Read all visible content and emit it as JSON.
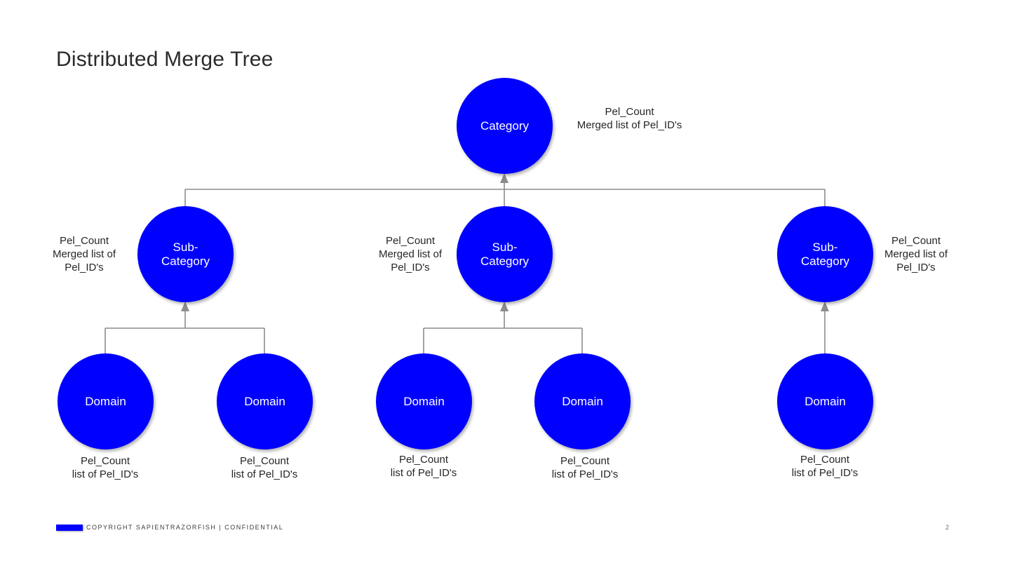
{
  "slide": {
    "title": "Distributed Merge Tree",
    "page_number": "2",
    "background_color": "#FFFFFF"
  },
  "theme": {
    "node_fill": "#0000FF",
    "node_text": "#FFFFFF",
    "connector_color": "#8C8C8C",
    "body_text": "#262626"
  },
  "footer": {
    "copyright": "COPYRIGHT SAPIENTRAZORFISH | CONFIDENTIAL",
    "logo_color": "#0000FF"
  },
  "diagram": {
    "root": {
      "label": "Category",
      "annotation": "Pel_Count\nMerged list of Pel_ID's"
    },
    "level2": [
      {
        "label": "Sub-\nCategory",
        "annotation": "Pel_Count\nMerged list of\nPel_ID's",
        "annotation_side": "left"
      },
      {
        "label": "Sub-\nCategory",
        "annotation": "Pel_Count\nMerged list of\nPel_ID's",
        "annotation_side": "left"
      },
      {
        "label": "Sub-\nCategory",
        "annotation": "Pel_Count\nMerged list of\nPel_ID's",
        "annotation_side": "right"
      }
    ],
    "level3": [
      {
        "label": "Domain",
        "annotation": "Pel_Count\nlist of Pel_ID's"
      },
      {
        "label": "Domain",
        "annotation": "Pel_Count\nlist of Pel_ID's"
      },
      {
        "label": "Domain",
        "annotation": "Pel_Count\nlist of Pel_ID's"
      },
      {
        "label": "Domain",
        "annotation": "Pel_Count\nlist of Pel_ID's"
      },
      {
        "label": "Domain",
        "annotation": "Pel_Count\nlist of Pel_ID's"
      }
    ]
  }
}
